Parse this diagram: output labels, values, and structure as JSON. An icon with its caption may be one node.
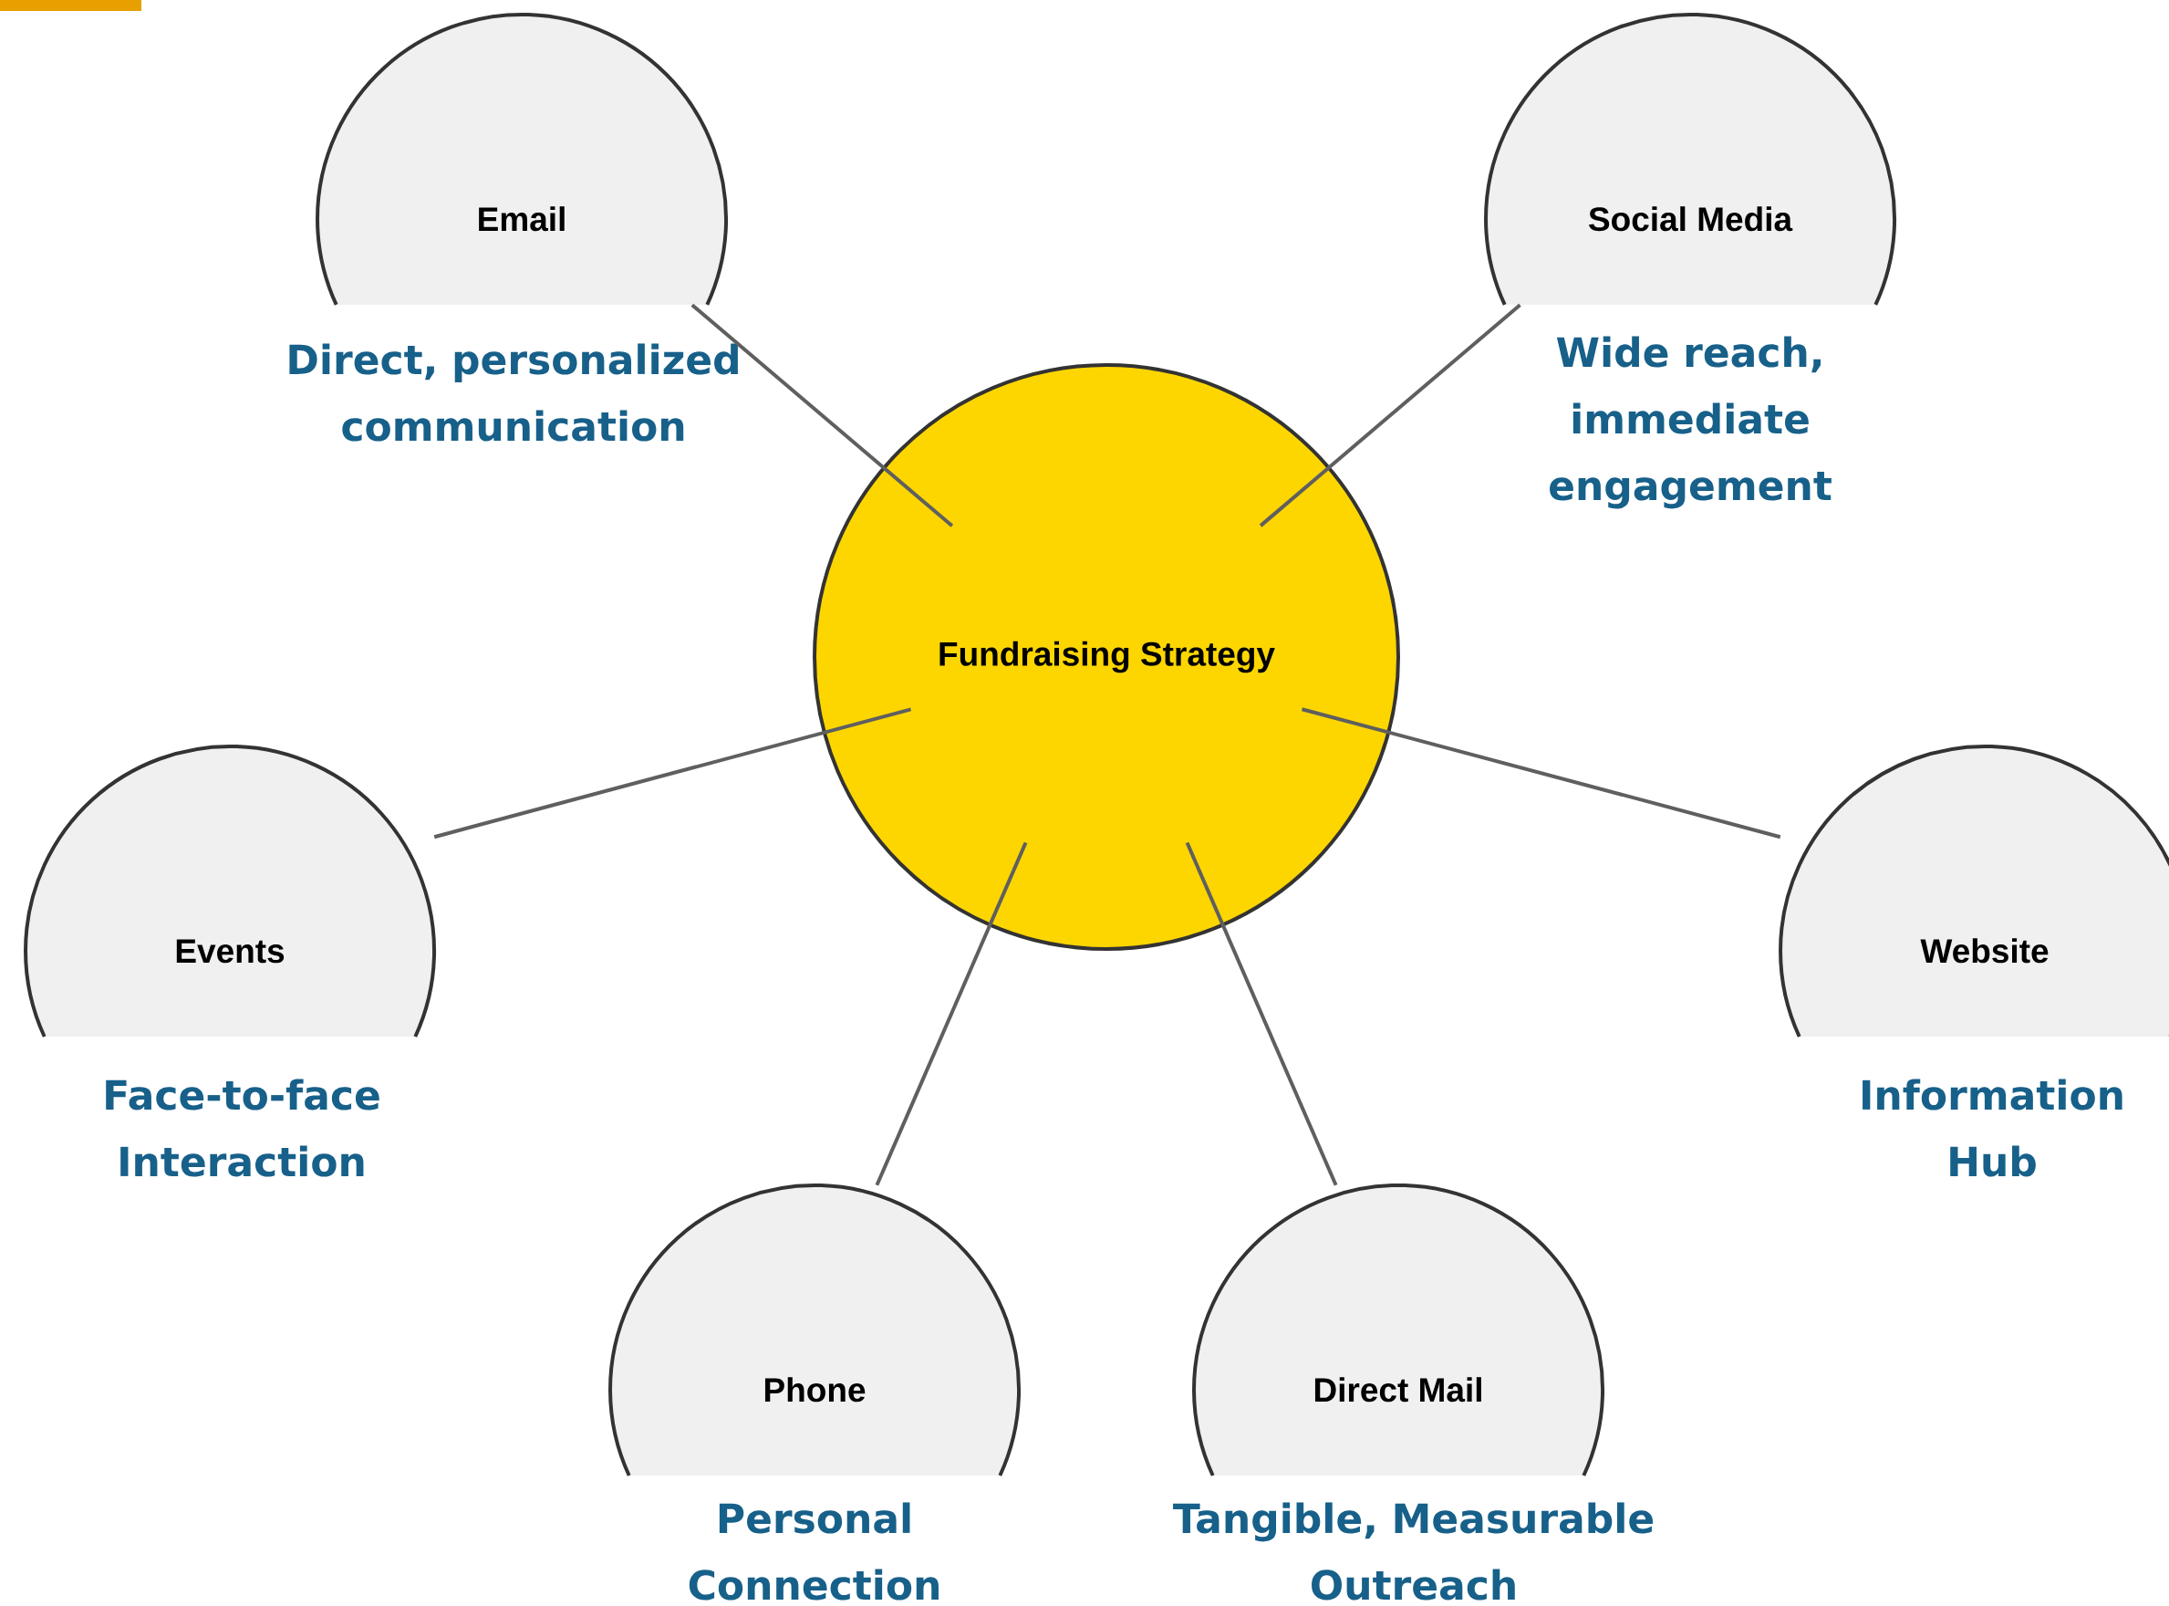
{
  "diagram": {
    "nodes": [
      {
        "text": [
          "Fundraising Strategy"
        ]
      },
      {
        "text": [
          "Email"
        ],
        "beside": [
          "Direct, personalized communication"
        ]
      },
      {
        "text": [
          "Social Media"
        ],
        "beside": [
          "Wide reach, immediate engagement"
        ]
      },
      {
        "text": [
          "Events"
        ],
        "beside": [
          "Face-to-face Interaction"
        ]
      },
      {
        "text": [
          "Website"
        ],
        "beside": [
          "Information Hub"
        ]
      },
      {
        "text": [
          "Phone"
        ],
        "beside": [
          "Personal Connection"
        ]
      },
      {
        "text": [
          "Direct Mail"
        ],
        "beside": [
          "Tangible, Measurable Outreach"
        ]
      }
    ],
    "edges": [
      {
        "from": 0,
        "to": 1,
        "arrow": "none"
      },
      {
        "from": 0,
        "to": 2,
        "arrow": "none"
      },
      {
        "from": 0,
        "to": 3,
        "arrow": "none"
      },
      {
        "from": 0,
        "to": 4,
        "arrow": "none"
      },
      {
        "from": 0,
        "to": 5,
        "arrow": "none"
      },
      {
        "from": 0,
        "to": 6,
        "arrow": "none"
      }
    ]
  }
}
